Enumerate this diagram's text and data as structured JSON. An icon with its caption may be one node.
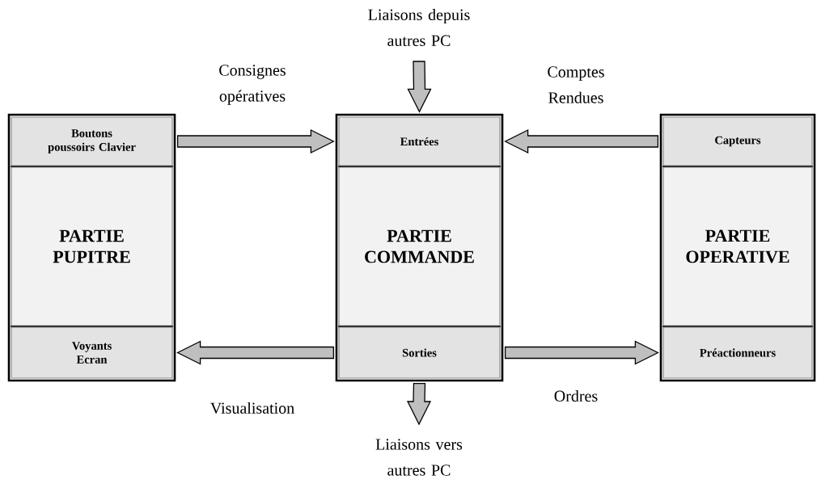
{
  "diagram": {
    "nodes": [
      {
        "text": [],
        "shape": "box"
      },
      {
        "text": [
          "Boutons poussoirs Clavier"
        ],
        "in": 0
      },
      {
        "text": [
          "PARTIE PUPITRE"
        ],
        "in": 0
      },
      {
        "text": [
          "Voyants Ecran"
        ],
        "in": 0
      },
      {
        "text": [],
        "shape": "box"
      },
      {
        "text": [
          "Entrées"
        ],
        "in": 4
      },
      {
        "text": [
          "PARTIE COMMANDE"
        ],
        "in": 4
      },
      {
        "text": [
          "Sorties"
        ],
        "in": 4
      },
      {
        "text": [],
        "shape": "box"
      },
      {
        "text": [
          "Capteurs"
        ],
        "in": 8
      },
      {
        "text": [
          "PARTIE OPERATIVE"
        ],
        "in": 8
      },
      {
        "text": [
          "Préactionneurs"
        ],
        "in": 8
      }
    ],
    "edges": [
      {
        "from": 1,
        "to": 5,
        "arrow": "to",
        "label": "Consignes opératives"
      },
      {
        "from": 9,
        "to": 5,
        "arrow": "to",
        "label": "Comptes Rendues"
      },
      {
        "from": null,
        "to": 5,
        "arrow": "to",
        "label": "Liaisons depuis autres PC"
      },
      {
        "from": 7,
        "to": 3,
        "arrow": "to",
        "label": "Visualisation"
      },
      {
        "from": 7,
        "to": 11,
        "arrow": "to",
        "label": "Ordres"
      },
      {
        "from": 7,
        "to": null,
        "arrow": "to",
        "label": "Liaisons vers autres PC"
      }
    ]
  }
}
